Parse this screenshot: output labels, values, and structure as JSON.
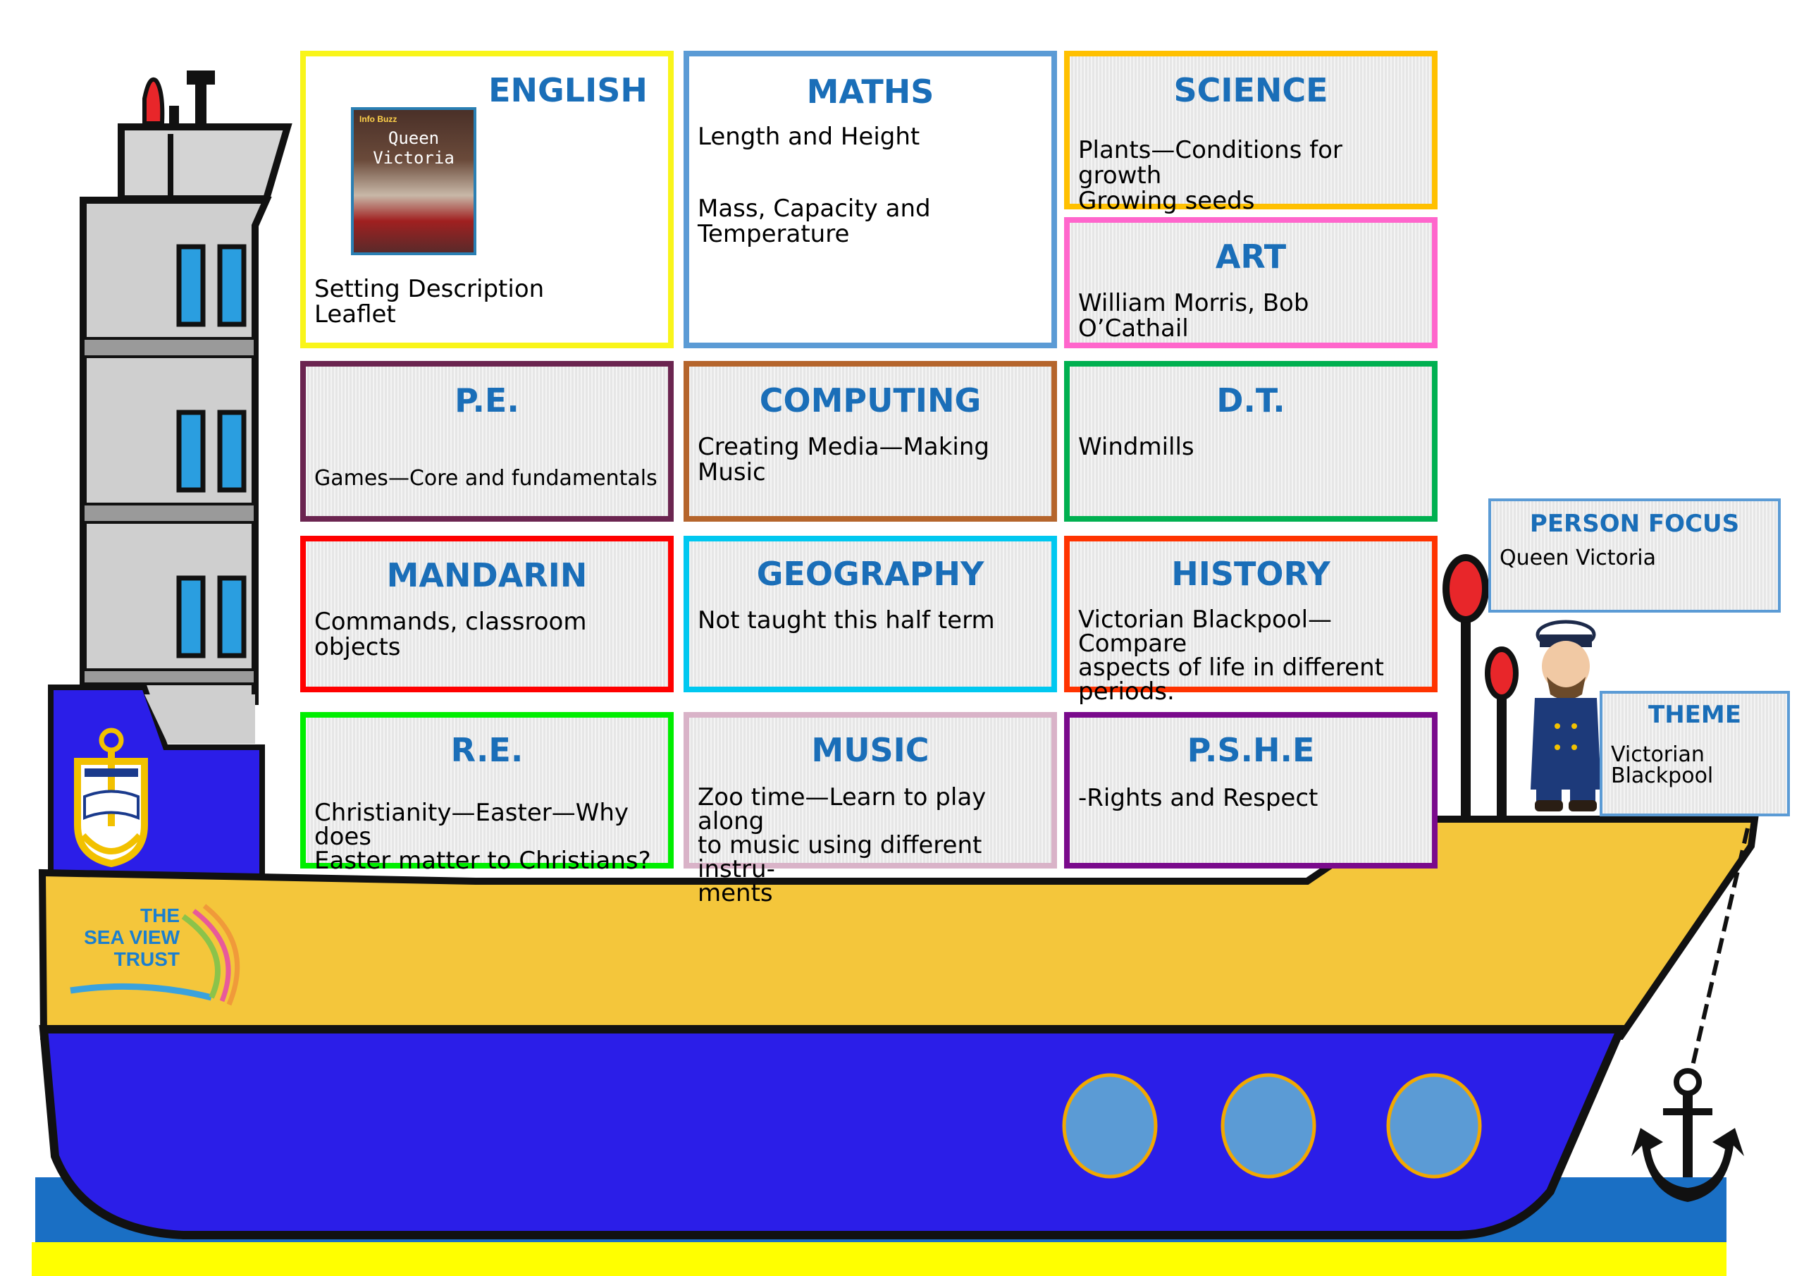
{
  "subjects": {
    "english": {
      "title": "ENGLISH",
      "text": "Setting Description\nLeaflet",
      "color": "#f9f51a",
      "book": {
        "series": "Info Buzz",
        "title": "Queen Victoria"
      }
    },
    "maths": {
      "title": "MATHS",
      "text1": "Length and Height",
      "text2": "Mass, Capacity and\nTemperature",
      "color": "#5b9bd5"
    },
    "science": {
      "title": "SCIENCE",
      "text": "Plants—Conditions for growth\nGrowing seeds",
      "color": "#ffc000"
    },
    "art": {
      "title": "ART",
      "text": "William Morris, Bob O’Cathail",
      "color": "#ff66cc"
    },
    "pe": {
      "title": "P.E.",
      "text": "Games—Core and fundamentals",
      "color": "#6b2550"
    },
    "computing": {
      "title": "COMPUTING",
      "text": "Creating Media—Making Music",
      "color": "#b5652c"
    },
    "dt": {
      "title": "D.T.",
      "text": "Windmills",
      "color": "#00b050"
    },
    "mandarin": {
      "title": "MANDARIN",
      "text": "Commands, classroom objects",
      "color": "#ff0000"
    },
    "geography": {
      "title": "GEOGRAPHY",
      "text": "Not taught this half term",
      "color": "#00c8f0"
    },
    "history": {
      "title": "HISTORY",
      "text": "Victorian Blackpool—Compare\naspects of life in different\nperiods.",
      "color": "#ff3300"
    },
    "re": {
      "title": "R.E.",
      "text": "Christianity—Easter—Why does\nEaster matter to Christians?",
      "color": "#00ee00"
    },
    "music": {
      "title": "MUSIC",
      "text": "Zoo time—Learn to play along\nto music using different instru-\nments",
      "color": "#d9b3c8"
    },
    "pshe": {
      "title": "P.S.H.E",
      "text": "-Rights and Respect",
      "color": "#7a0a8c"
    }
  },
  "person_focus": {
    "title": "PERSON FOCUS",
    "text": "Queen Victoria",
    "color": "#5b9bd5"
  },
  "theme": {
    "title": "THEME",
    "text": "Victorian\nBlackpool",
    "color": "#5b9bd5"
  },
  "logo": {
    "line1": "THE",
    "line2": "SEA VIEW",
    "line3": "TRUST"
  },
  "colors": {
    "hull_blue": "#2b1ee8",
    "hull_yellow": "#f4c63b",
    "sea": "#1a6fc4",
    "sand": "#ffff00",
    "title_blue": "#1a6eb8",
    "porthole": "#5b9bd5",
    "window": "#2a9ee0"
  },
  "icons": [
    "ship-illustration",
    "anchor-icon",
    "chain-icon",
    "crest-icon",
    "captain-figure",
    "book-cover-image"
  ]
}
